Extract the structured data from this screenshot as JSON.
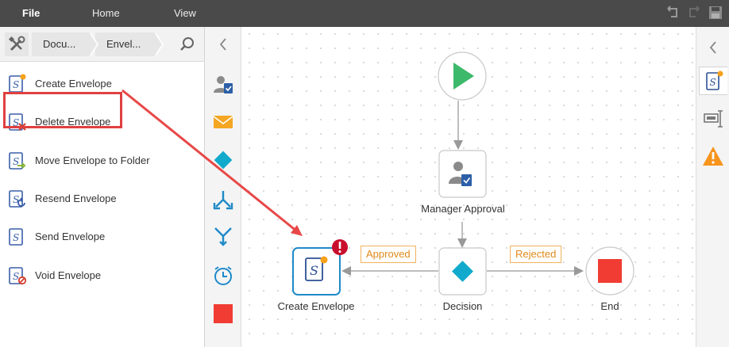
{
  "menubar": {
    "items": [
      "File",
      "Home",
      "View"
    ]
  },
  "breadcrumb": {
    "segments": [
      "Docu...",
      "Envel..."
    ]
  },
  "actions": [
    {
      "label": "Create Envelope",
      "icon": "create-envelope-icon"
    },
    {
      "label": "Delete Envelope",
      "icon": "delete-envelope-icon"
    },
    {
      "label": "Move Envelope to Folder",
      "icon": "move-envelope-icon"
    },
    {
      "label": "Resend Envelope",
      "icon": "resend-envelope-icon"
    },
    {
      "label": "Send Envelope",
      "icon": "send-envelope-icon"
    },
    {
      "label": "Void Envelope",
      "icon": "void-envelope-icon"
    }
  ],
  "workflow": {
    "nodes": {
      "manager_approval": "Manager Approval",
      "decision": "Decision",
      "create_envelope": "Create Envelope",
      "end": "End"
    },
    "edges": {
      "approved": "Approved",
      "rejected": "Rejected"
    }
  },
  "colors": {
    "menubar": "#4a4a4a",
    "accent_blue": "#1e8ac8",
    "start_green": "#3cb96a",
    "end_red": "#f03c32",
    "error_red": "#c8102e",
    "highlight": "#e04040",
    "label_orange": "#e08a1a"
  }
}
